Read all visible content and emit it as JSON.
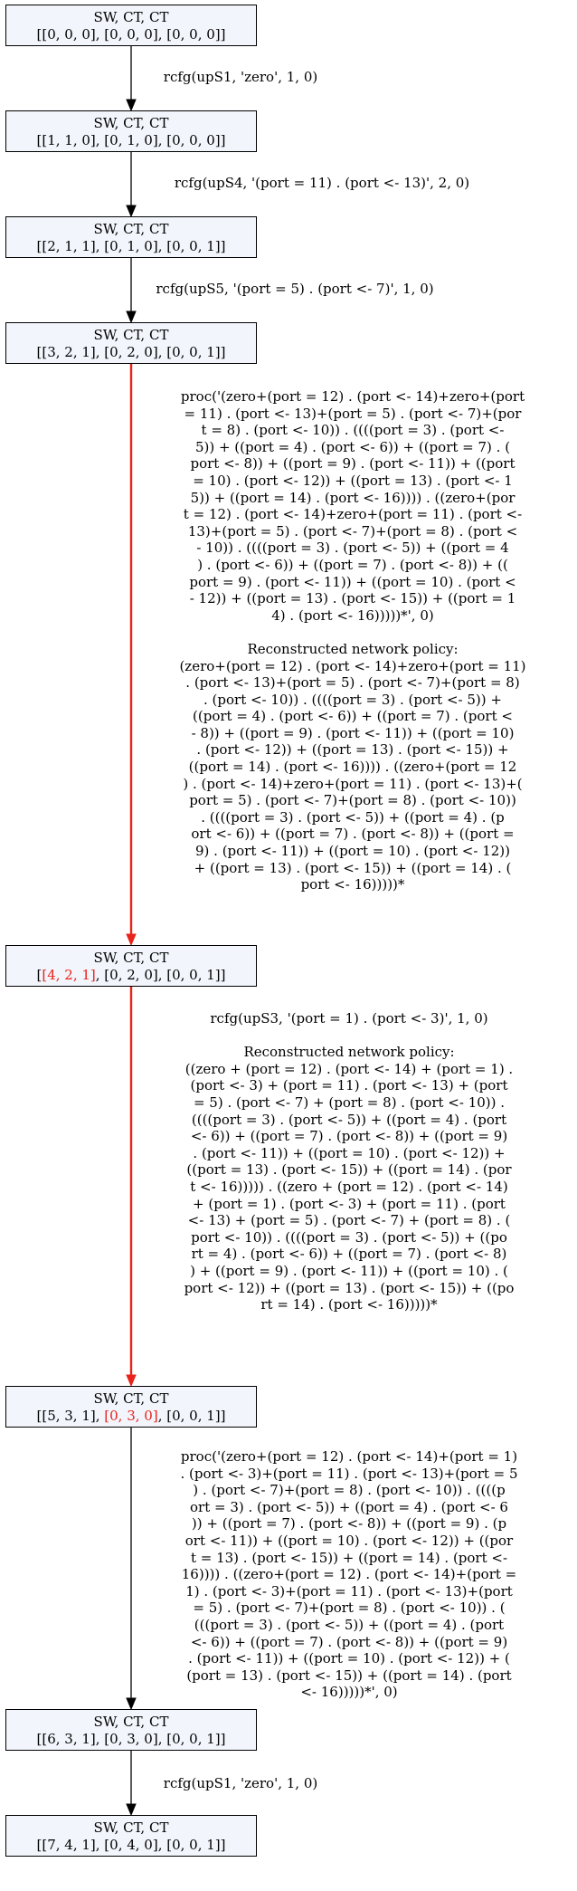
{
  "colors": {
    "node_fill": "#f2f5fb",
    "highlight": "#e8231a",
    "edge": "#000000"
  },
  "nodes": [
    {
      "title": "SW, CT, CT",
      "state": [
        {
          "t": "[[0, 0, 0], [0, 0, 0], [0, 0, 0]]",
          "c": ""
        }
      ]
    },
    {
      "title": "SW, CT, CT",
      "state": [
        {
          "t": "[[1, 1, 0], [0, 1, 0], [0, 0, 0]]",
          "c": ""
        }
      ]
    },
    {
      "title": "SW, CT, CT",
      "state": [
        {
          "t": "[[2, 1, 1], [0, 1, 0], [0, 0, 1]]",
          "c": ""
        }
      ]
    },
    {
      "title": "SW, CT, CT",
      "state": [
        {
          "t": "[[3, 2, 1], [0, 2, 0], [0, 0, 1]]",
          "c": ""
        }
      ]
    },
    {
      "title": "SW, CT, CT",
      "state": [
        {
          "t": "[",
          "c": ""
        },
        {
          "t": "[4, 2, 1]",
          "c": "hl"
        },
        {
          "t": ", [0, 2, 0], [0, 0, 1]]",
          "c": ""
        }
      ]
    },
    {
      "title": "SW, CT, CT",
      "state": [
        {
          "t": "[[5, 3, 1], ",
          "c": ""
        },
        {
          "t": "[0, 3, 0]",
          "c": "hl"
        },
        {
          "t": ", [0, 0, 1]]",
          "c": ""
        }
      ]
    },
    {
      "title": "SW, CT, CT",
      "state": [
        {
          "t": "[[6, 3, 1], [0, 3, 0], [0, 0, 1]]",
          "c": ""
        }
      ]
    },
    {
      "title": "SW, CT, CT",
      "state": [
        {
          "t": "[[7, 4, 1], [0, 4, 0], [0, 0, 1]]",
          "c": ""
        }
      ]
    }
  ],
  "edges": [
    {
      "label": "rcfg(upS1, 'zero', 1, 0)",
      "highlight": false
    },
    {
      "label": "rcfg(upS4, '(port = 11) . (port <- 13)', 2, 0)",
      "highlight": false
    },
    {
      "label": "rcfg(upS5, '(port = 5) . (port <- 7)', 1, 0)",
      "highlight": false
    },
    {
      "label": "proc('(zero+(port = 12) . (port <- 14)+zero+(port\n= 11) . (port <- 13)+(port = 5) . (port <- 7)+(por\nt = 8) . (port <- 10)) . ((((port = 3) . (port <-\n5)) + ((port = 4) . (port <- 6)) + ((port = 7) . (\nport <- 8)) + ((port = 9) . (port <- 11)) + ((port\n= 10) . (port <- 12)) + ((port = 13) . (port <- 1\n5)) + ((port = 14) . (port <- 16)))) . ((zero+(por\nt = 12) . (port <- 14)+zero+(port = 11) . (port <-\n13)+(port = 5) . (port <- 7)+(port = 8) . (port <\n- 10)) . ((((port = 3) . (port <- 5)) + ((port = 4\n) . (port <- 6)) + ((port = 7) . (port <- 8)) + ((\nport = 9) . (port <- 11)) + ((port = 10) . (port <\n- 12)) + ((port = 13) . (port <- 15)) + ((port = 1\n4) . (port <- 16)))))*', 0)\n\nReconstructed network policy:\n(zero+(port = 12) . (port <- 14)+zero+(port = 11)\n. (port <- 13)+(port = 5) . (port <- 7)+(port = 8)\n. (port <- 10)) . ((((port = 3) . (port <- 5)) +\n((port = 4) . (port <- 6)) + ((port = 7) . (port <\n- 8)) + ((port = 9) . (port <- 11)) + ((port = 10)\n. (port <- 12)) + ((port = 13) . (port <- 15)) +\n((port = 14) . (port <- 16)))) . ((zero+(port = 12\n) . (port <- 14)+zero+(port = 11) . (port <- 13)+(\nport = 5) . (port <- 7)+(port = 8) . (port <- 10))\n. ((((port = 3) . (port <- 5)) + ((port = 4) . (p\nort <- 6)) + ((port = 7) . (port <- 8)) + ((port =\n9) . (port <- 11)) + ((port = 10) . (port <- 12))\n+ ((port = 13) . (port <- 15)) + ((port = 14) . (\nport <- 16)))))*",
      "highlight": true
    },
    {
      "label": "rcfg(upS3, '(port = 1) . (port <- 3)', 1, 0)\n\nReconstructed network policy:\n((zero + (port = 12) . (port <- 14) + (port = 1) .\n(port <- 3) + (port = 11) . (port <- 13) + (port\n= 5) . (port <- 7) + (port = 8) . (port <- 10)) .\n((((port = 3) . (port <- 5)) + ((port = 4) . (port\n<- 6)) + ((port = 7) . (port <- 8)) + ((port = 9)\n. (port <- 11)) + ((port = 10) . (port <- 12)) +\n((port = 13) . (port <- 15)) + ((port = 14) . (por\nt <- 16))))) . ((zero + (port = 12) . (port <- 14)\n+ (port = 1) . (port <- 3) + (port = 11) . (port\n<- 13) + (port = 5) . (port <- 7) + (port = 8) . (\nport <- 10)) . ((((port = 3) . (port <- 5)) + ((po\nrt = 4) . (port <- 6)) + ((port = 7) . (port <- 8)\n) + ((port = 9) . (port <- 11)) + ((port = 10) . (\nport <- 12)) + ((port = 13) . (port <- 15)) + ((po\nrt = 14) . (port <- 16)))))*",
      "highlight": true
    },
    {
      "label": "proc('(zero+(port = 12) . (port <- 14)+(port = 1)\n. (port <- 3)+(port = 11) . (port <- 13)+(port = 5\n) . (port <- 7)+(port = 8) . (port <- 10)) . ((((p\nort = 3) . (port <- 5)) + ((port = 4) . (port <- 6\n)) + ((port = 7) . (port <- 8)) + ((port = 9) . (p\nort <- 11)) + ((port = 10) . (port <- 12)) + ((por\nt = 13) . (port <- 15)) + ((port = 14) . (port <-\n16)))) . ((zero+(port = 12) . (port <- 14)+(port =\n1) . (port <- 3)+(port = 11) . (port <- 13)+(port\n= 5) . (port <- 7)+(port = 8) . (port <- 10)) . (\n(((port = 3) . (port <- 5)) + ((port = 4) . (port\n<- 6)) + ((port = 7) . (port <- 8)) + ((port = 9)\n. (port <- 11)) + ((port = 10) . (port <- 12)) + (\n(port = 13) . (port <- 15)) + ((port = 14) . (port\n<- 16)))))*', 0)",
      "highlight": false
    },
    {
      "label": "rcfg(upS1, 'zero', 1, 0)",
      "highlight": false
    }
  ]
}
